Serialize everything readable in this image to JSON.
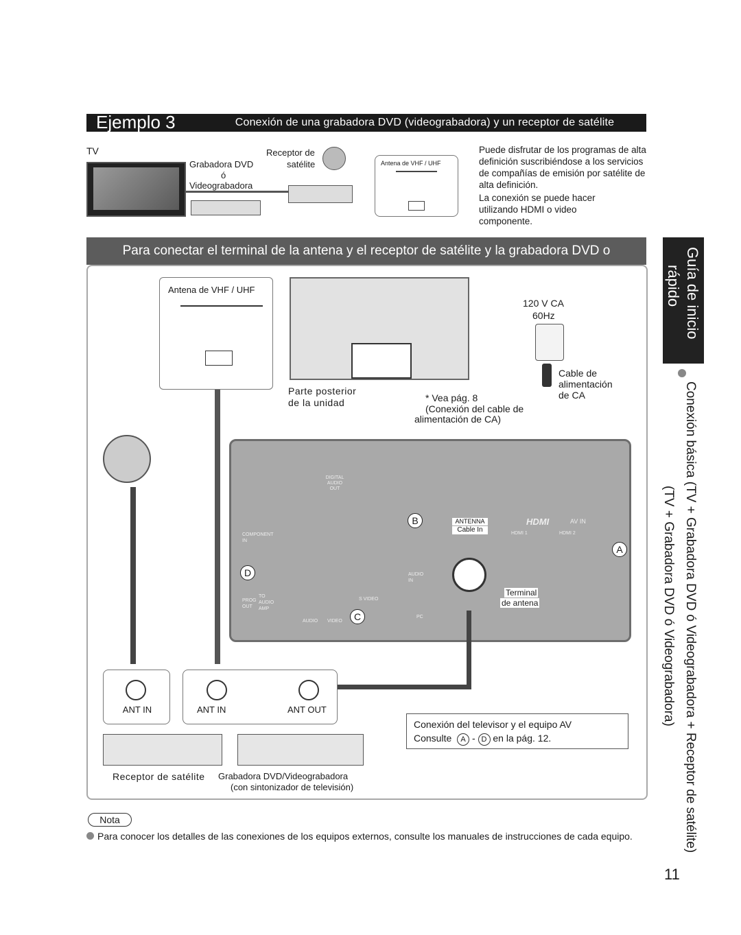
{
  "header": {
    "example_label": "Ejemplo 3",
    "subtitle": "Conexión de una grabadora DVD (videograbadora) y un receptor de satélite"
  },
  "top_diagram": {
    "tv_label": "TV",
    "recorder_label": "Grabadora DVD",
    "or_label": "ó",
    "vcr_label": "Videograbadora",
    "receiver_label_1": "Receptor de",
    "receiver_label_2": "satélite",
    "antenna_label": "Antena de VHF / UHF"
  },
  "intro_text": {
    "p1": "Puede disfrutar de los programas de alta definición suscribiéndose a los servicios de compañías de emisión por satélite de alta definición.",
    "p2": "La conexión se puede hacer utilizando HDMI o video componente."
  },
  "section_title": "Para conectar el terminal de la antena y el receptor de satélite y la grabadora DVD o videograbadora",
  "side_tab": {
    "line1": "Guía de inicio",
    "line2": "rápido"
  },
  "side_heading": {
    "line1": "Conexión básica (TV + Grabadora DVD ó Videograbadora + Receptor de satélite)",
    "line2": "(TV + Grabadora DVD ó Videograbadora)"
  },
  "main_diagram": {
    "antenna_label": "Antena de VHF / UHF",
    "power_voltage": "120 V CA",
    "power_freq": "60Hz",
    "rear_label_1": "Parte posterior",
    "rear_label_2": "de la unidad",
    "see_page": "* Vea pág. 8",
    "see_page_sub_1": "(Conexión del cable de",
    "see_page_sub_2": "alimentación de CA)",
    "power_cord_1": "Cable de",
    "power_cord_2": "alimentación",
    "power_cord_3": "de CA",
    "digital_audio_out": "DIGITAL AUDIO OUT",
    "component_in": "COMPONENT IN",
    "prog_out": "PROG OUT",
    "to_audio_amp": "TO AUDIO AMP",
    "audio_in": "AUDIO IN",
    "s_video": "S VIDEO",
    "audio": "AUDIO",
    "video": "VIDEO",
    "pc": "PC",
    "antenna_port": "ANTENNA",
    "cable_in": "Cable In",
    "hdmi_logo": "HDMI",
    "av_in": "AV IN",
    "hdmi1": "HDMI 1",
    "hdmi2": "HDMI 2",
    "terminal_label_1": "Terminal",
    "terminal_label_2": "de antena",
    "tag_a": "A",
    "tag_b": "B",
    "tag_c": "C",
    "tag_d": "D",
    "ant_in_1": "ANT IN",
    "ant_in_2": "ANT IN",
    "ant_out": "ANT OUT",
    "receiver_caption": "Receptor de satélite",
    "recorder_caption_1": "Grabadora DVD/Videograbadora",
    "recorder_caption_2": "(con sintonizador de televisión)"
  },
  "connection_box": {
    "line1": "Conexión del televisor y el equipo AV",
    "consult": "Consulte",
    "from": "A",
    "dash": "-",
    "to": "D",
    "suffix": "en la pág. 12."
  },
  "note": {
    "label": "Nota",
    "text": "Para conocer los detalles de las conexiones de los equipos externos, consulte los manuales de instrucciones de cada equipo."
  },
  "page_number": "11"
}
